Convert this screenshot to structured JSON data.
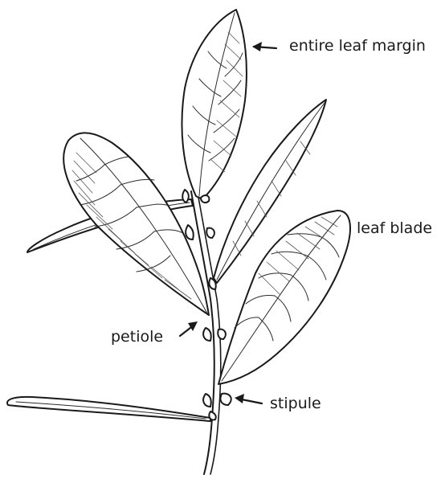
{
  "labels": {
    "entire_leaf_margin": "entire leaf margin",
    "leaf_blade": "leaf blade",
    "petiole": "petiole",
    "stipule": "stipule"
  },
  "colors": {
    "ink": "#1a1a1a",
    "background": "#ffffff"
  }
}
